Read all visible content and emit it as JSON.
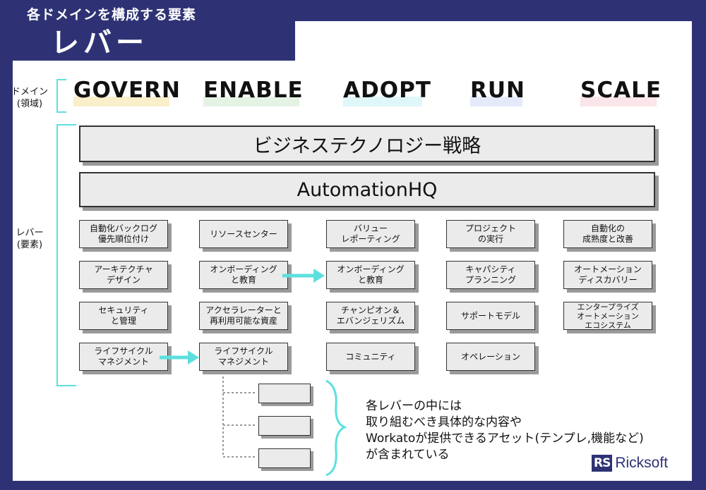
{
  "header": {
    "subtitle": "各ドメインを構成する要素",
    "title": "レバー"
  },
  "side_labels": {
    "domain": "ドメイン\n(領域)",
    "lever": "レバー\n(要素)"
  },
  "domains": [
    {
      "label": "GOVERN",
      "color": "#f6e2a0"
    },
    {
      "label": "ENABLE",
      "color": "#cfe9cf"
    },
    {
      "label": "ADOPT",
      "color": "#c7f0f4"
    },
    {
      "label": "RUN",
      "color": "#cdd8f4"
    },
    {
      "label": "SCALE",
      "color": "#f6cfd6"
    }
  ],
  "bands": {
    "strategy": "ビジネステクノロジー戦略",
    "automation_hq": "AutomationHQ"
  },
  "levers": {
    "govern": [
      "自動化バックログ\n優先順位付け",
      "アーキテクチャ\nデザイン",
      "セキュリティ\nと管理",
      "ライフサイクル\nマネジメント"
    ],
    "enable": [
      "リソースセンター",
      "オンボーディング\nと教育",
      "アクセラレーターと\n再利用可能な資産",
      "ライフサイクル\nマネジメント"
    ],
    "adopt": [
      "バリュー\nレポーティング",
      "オンボーディング\nと教育",
      "チャンピオン＆\nエバンジェリズム",
      "コミュニティ"
    ],
    "run": [
      "プロジェクト\nの実行",
      "キャパシティ\nプランニング",
      "サポートモデル",
      "オペレーション"
    ],
    "scale": [
      "自動化の\n成熟度と改善",
      "オートメーション\nディスカバリー",
      "エンタープライズ\nオートメーション\nエコシステム"
    ]
  },
  "note": "各レバーの中には\n取り組むべき具体的な内容や\nWorkatoが提供できるアセット(テンプレ,機能など)\nが含まれている",
  "logo": {
    "mark": "RS",
    "name": "Ricksoft"
  }
}
